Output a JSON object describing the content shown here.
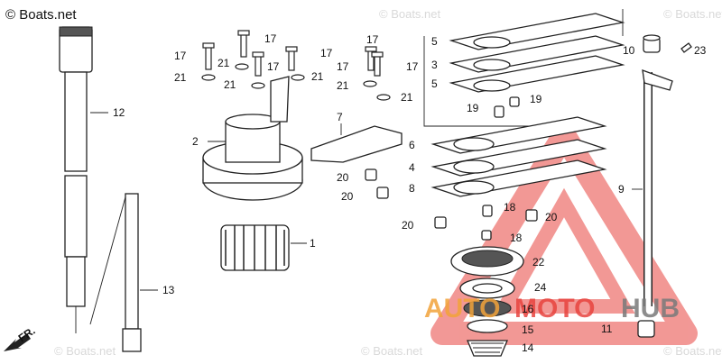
{
  "copyright": "© Boats.net",
  "watermarks": [
    "© Boats.net",
    "© Boats.net",
    "© Boats.net",
    "© Boats.net",
    "© Boats.net"
  ],
  "direction_label": "FR.",
  "brand": {
    "part1": "AUTO",
    "part2": "MOTO",
    "part3": "HUB",
    "color_red": "#e8443f",
    "color_orange": "#f2a33a",
    "color_gray": "#7a7a7a"
  },
  "callouts": [
    "1",
    "2",
    "3",
    "4",
    "5",
    "5",
    "6",
    "7",
    "8",
    "9",
    "10",
    "11",
    "12",
    "13",
    "14",
    "15",
    "16",
    "17",
    "17",
    "17",
    "17",
    "17",
    "17",
    "17",
    "18",
    "18",
    "19",
    "19",
    "20",
    "20",
    "20",
    "20",
    "21",
    "21",
    "21",
    "21",
    "21",
    "21",
    "22",
    "23",
    "24"
  ]
}
